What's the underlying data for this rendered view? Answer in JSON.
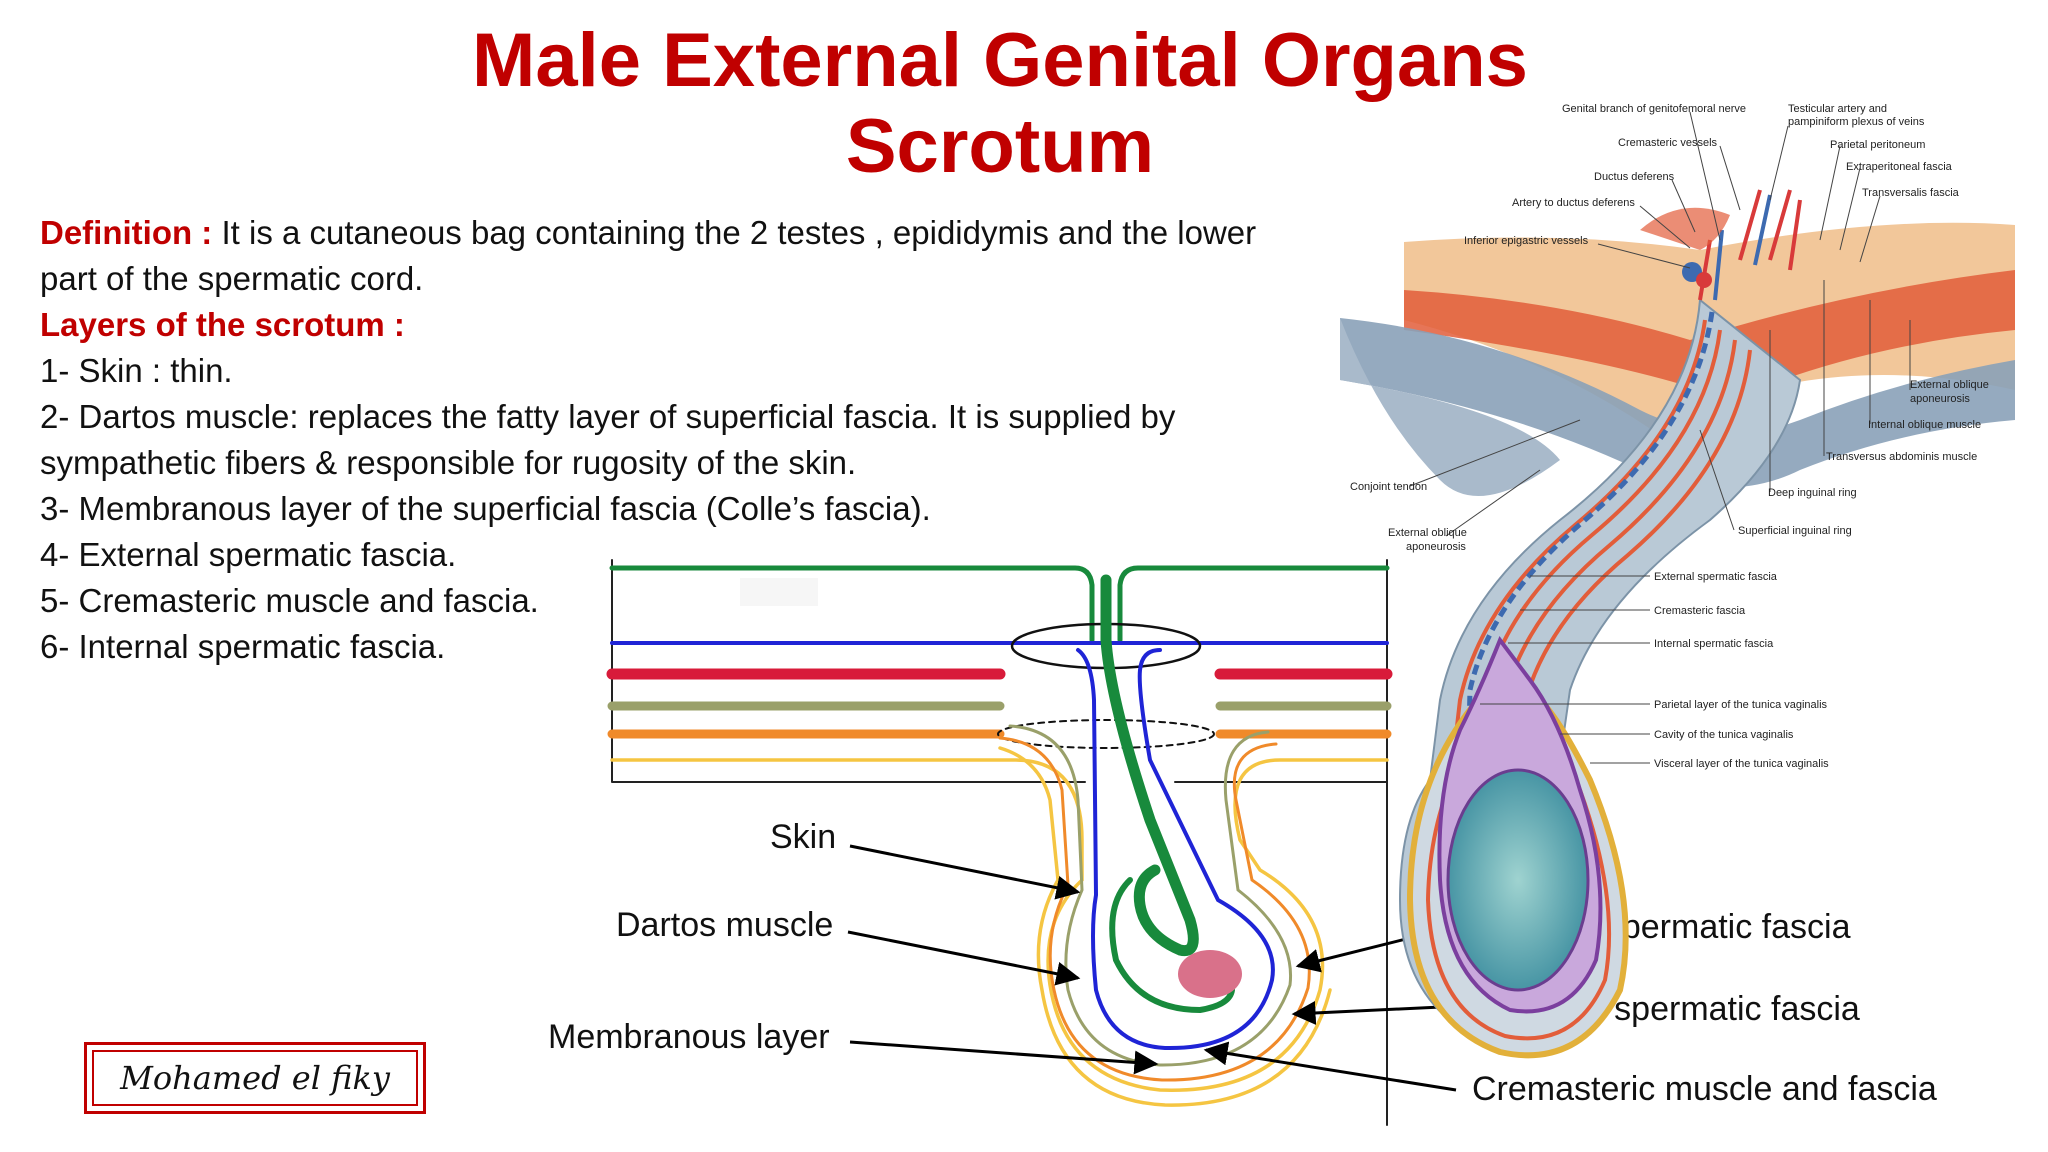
{
  "title": {
    "line1": "Male External Genital Organs",
    "line2": "Scrotum"
  },
  "definition": {
    "label": "Definition :",
    "text": " It is a cutaneous bag containing the 2 testes , epididymis and the lower part of the spermatic cord."
  },
  "layers": {
    "heading": "Layers of the scrotum :",
    "items": [
      "1- Skin : thin.",
      "2- Dartos muscle: replaces the fatty layer of superficial fascia. It is supplied by sympathetic fibers & responsible for rugosity of the skin.",
      "3- Membranous layer of the superficial fascia (Colle’s fascia).",
      "4- External spermatic fascia.",
      "5- Cremasteric muscle and fascia.",
      "6- Internal spermatic fascia."
    ]
  },
  "schematic": {
    "labels": {
      "skin": "Skin",
      "dartos": "Dartos muscle",
      "membranous": "Membranous layer",
      "internal": "Internal spermatic fascia",
      "external": "External spermatic fascia",
      "cremasteric": "Cremasteric muscle and fascia"
    },
    "layer_colors": {
      "green": "#188a3c",
      "blue": "#1f24d6",
      "red": "#d81b3a",
      "olive": "#9aa06a",
      "orange": "#f08a2a",
      "yellow": "#f5c542",
      "testis": "#d9718a"
    }
  },
  "anatomy": {
    "labels": {
      "genital_branch": "Genital branch of genitofemoral nerve",
      "testicular_artery_1": "Testicular artery and",
      "testicular_artery_2": "pampiniform plexus of veins",
      "cremasteric_vessels": "Cremasteric vessels",
      "parietal_peritoneum": "Parietal peritoneum",
      "extraperitoneal": "Extraperitoneal fascia",
      "ductus_deferens": "Ductus deferens",
      "transversalis": "Transversalis fascia",
      "artery_ductus": "Artery to ductus deferens",
      "inferior_epigastric": "Inferior epigastric vessels",
      "ext_oblique_aponeurosis_1": "External oblique",
      "ext_oblique_aponeurosis_2": "aponeurosis",
      "internal_oblique": "Internal oblique muscle",
      "transversus": "Transversus abdominis muscle",
      "conjoint": "Conjoint tendon",
      "deep_ring": "Deep inguinal ring",
      "ext_oblique_left_1": "External oblique",
      "ext_oblique_left_2": "aponeurosis",
      "superficial_ring": "Superficial inguinal ring",
      "ext_spermatic": "External spermatic fascia",
      "cremasteric_fascia": "Cremasteric fascia",
      "int_spermatic": "Internal spermatic fascia",
      "parietal_tunica": "Parietal layer of the tunica vaginalis",
      "cavity_tunica": "Cavity of the tunica vaginalis",
      "visceral_tunica": "Visceral layer of the tunica vaginalis"
    }
  },
  "signature": "Mohamed el fiky"
}
